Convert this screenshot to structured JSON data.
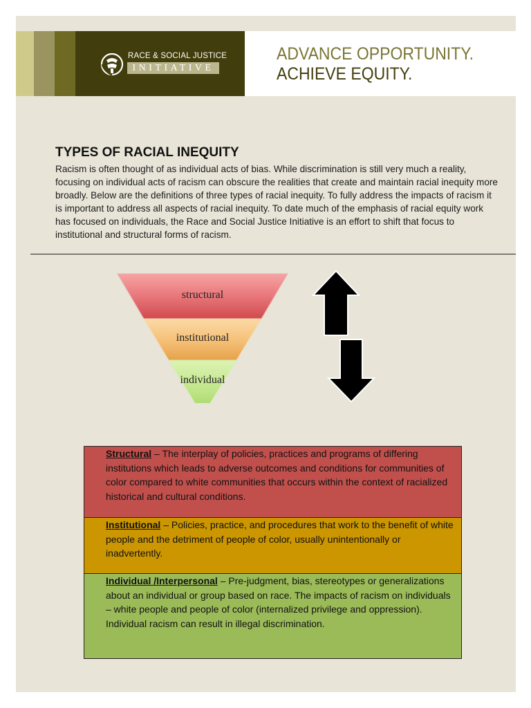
{
  "header": {
    "logo_line1": "RACE & SOCIAL JUSTICE",
    "logo_line2": "INITIATIVE",
    "tagline_line1": "ADVANCE OPPORTUNITY.",
    "tagline_line2": "ACHIEVE EQUITY."
  },
  "section": {
    "title": "TYPES OF RACIAL INEQUITY",
    "intro": "Racism is often thought of as individual acts of bias. While discrimination is still very much a reality, focusing on individual acts of racism can obscure the realities that create and maintain racial inequity more broadly. Below are the definitions of three types of racial inequity. To fully address the impacts of racism it is important to address all aspects of racial inequity. To date much of the emphasis of racial equity work has focused on individuals, the Race and Social Justice Initiative is an effort to shift that focus to institutional and structural forms of racism."
  },
  "pyramid": {
    "levels": [
      {
        "label": "structural",
        "color": "#e8777a"
      },
      {
        "label": "institutional",
        "color": "#f6c27a"
      },
      {
        "label": "individual",
        "color": "#bde384"
      }
    ]
  },
  "icons": [
    "up-arrow-icon",
    "down-arrow-icon",
    "seal-emblem-icon"
  ],
  "definitions": [
    {
      "term": "Structural",
      "dash": " –  ",
      "text": "The interplay of policies, practices and programs of differing institutions which leads to adverse outcomes and conditions for communities of color compared to white communities that occurs within the context of racialized historical and cultural conditions.",
      "color": "#c1504d"
    },
    {
      "term": "Institutional",
      "dash": " –  ",
      "text": "Policies, practice, and procedures that work to the benefit of white people and the detriment of people of color, usually unintentionally or inadvertently.",
      "color": "#cc9600"
    },
    {
      "term": "Individual /Interpersonal",
      "dash": " –  ",
      "text": "Pre-judgment, bias, stereotypes or generalizations about an individual or group based on race. The impacts of racism on individuals – white people and people of color (internalized privilege and oppression). Individual racism can result in illegal discrimination.",
      "color": "#9bbb59"
    }
  ]
}
